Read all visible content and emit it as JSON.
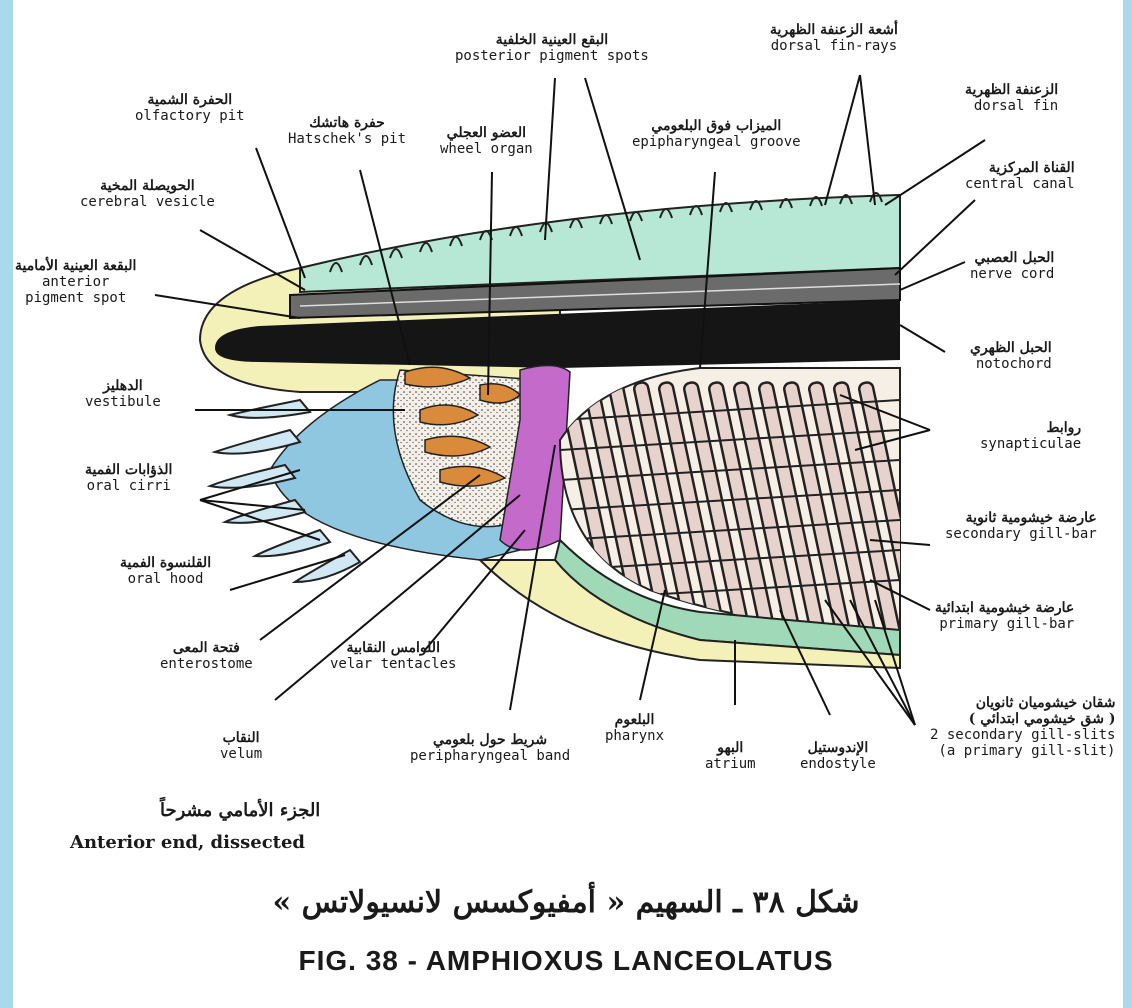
{
  "labels": {
    "olfactory_pit": {
      "ar": "الحفرة الشمية",
      "en": "olfactory pit"
    },
    "hatscheks_pit": {
      "ar": "حفرة هاتشك",
      "en": "Hatschek's pit"
    },
    "wheel_organ": {
      "ar": "العضو العجلي",
      "en": "wheel organ"
    },
    "posterior_pigment_spots": {
      "ar": "البقع العينية الخلفية",
      "en": "posterior pigment spots"
    },
    "epipharyngeal_groove": {
      "ar": "الميزاب فوق البلعومي",
      "en": "epipharyngeal groove"
    },
    "dorsal_fin_rays": {
      "ar": "أشعة الزعنفة الظهرية",
      "en": "dorsal fin-rays"
    },
    "dorsal_fin": {
      "ar": "الزعنفة الظهرية",
      "en": "dorsal fin"
    },
    "central_canal": {
      "ar": "القناة المركزية",
      "en": "central canal"
    },
    "nerve_cord": {
      "ar": "الحبل العصبي",
      "en": "nerve cord"
    },
    "notochord": {
      "ar": "الحبل الظهري",
      "en": "notochord"
    },
    "cerebral_vesicle": {
      "ar": "الحويصلة المخية",
      "en": "cerebral vesicle"
    },
    "anterior_pigment_spot": {
      "ar": "البقعة العينية الأمامية",
      "en1": "anterior",
      "en2": "pigment spot"
    },
    "vestibule": {
      "ar": "الدهليز",
      "en": "vestibule"
    },
    "oral_cirri": {
      "ar": "الذؤابات الفمية",
      "en": "oral cirri"
    },
    "oral_hood": {
      "ar": "القلنسوة الفمية",
      "en": "oral hood"
    },
    "enterostome": {
      "ar": "فتحة المعى",
      "en": "enterostome"
    },
    "velar_tentacles": {
      "ar": "اللوامس النقابية",
      "en": "velar tentacles"
    },
    "velum": {
      "ar": "النقاب",
      "en": "velum"
    },
    "peripharyngeal_band": {
      "ar": "شريط حول بلعومي",
      "en": "peripharyngeal band"
    },
    "pharynx": {
      "ar": "البلعوم",
      "en": "pharynx"
    },
    "atrium": {
      "ar": "البهو",
      "en": "atrium"
    },
    "endostyle": {
      "ar": "الإندوستيل",
      "en": "endostyle"
    },
    "synapticulae": {
      "ar": "روابط",
      "en": "synapticulae"
    },
    "secondary_gill_bar": {
      "ar": "عارضة خيشومية ثانوية",
      "en": "secondary gill-bar"
    },
    "primary_gill_bar": {
      "ar": "عارضة خيشومية ابتدائية",
      "en": "primary gill-bar"
    },
    "gill_slits": {
      "ar1": "شقان خيشوميان ثانويان",
      "ar2": "( شق خيشومي ابتدائي )",
      "en1": "2 secondary gill-slits",
      "en2": "(a primary gill-slit)"
    }
  },
  "caption": {
    "ar": "الجزء الأمامي مشرحاً",
    "en": "Anterior end, dissected"
  },
  "figure": {
    "ar": "شكل ٣٨ ـ السهيم « أمفيوكسس لانسيولاتس »",
    "en": "FIG. 38 - AMPHIOXUS LANCEOLATUS"
  },
  "colors": {
    "fin": "#b7e8d6",
    "notochord": "#151515",
    "hood": "#8fc6e0",
    "wheel_organ": "#d98a3b",
    "head": "#f3f0b8",
    "velum": "#c46acb",
    "gill_bars": "#e7d3cc"
  }
}
